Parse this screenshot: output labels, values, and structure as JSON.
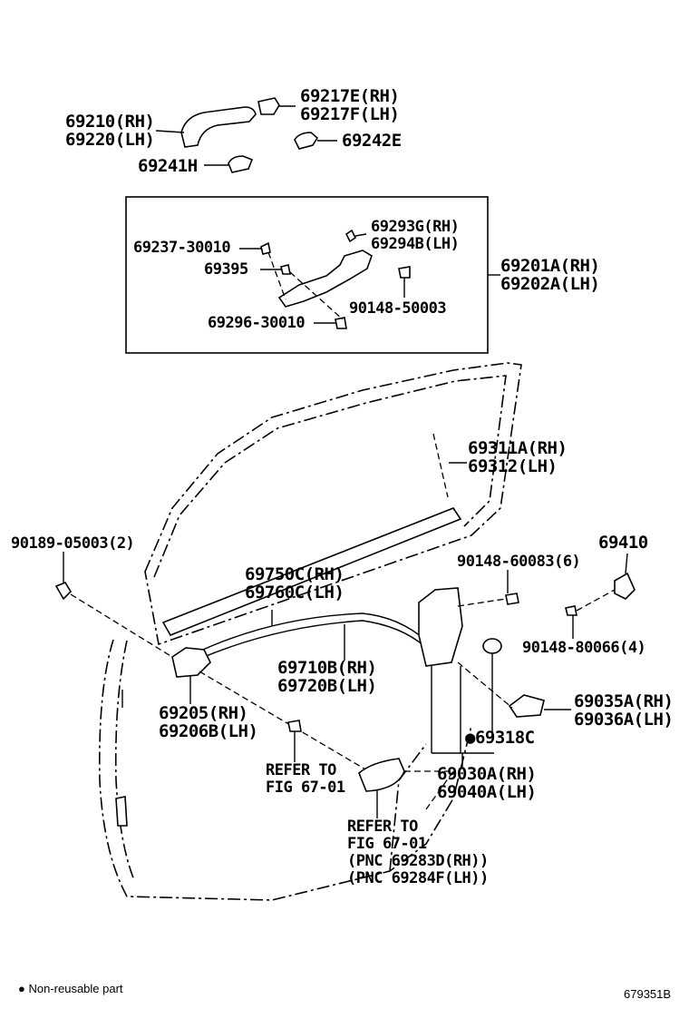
{
  "labels": {
    "p69217": [
      "69217E(RH)",
      "69217F(LH)"
    ],
    "p69210": [
      "69210(RH)",
      "69220(LH)"
    ],
    "p69242": "69242E",
    "p69241": "69241H",
    "p69293": [
      "69293G(RH)",
      "69294B(LH)"
    ],
    "p69237": "69237-30010",
    "p69395": "69395",
    "p90148a": "90148-50003",
    "p69296": "69296-30010",
    "p69201": [
      "69201A(RH)",
      "69202A(LH)"
    ],
    "p69311": [
      "69311A(RH)",
      "69312(LH)"
    ],
    "p90189": "90189-05003(2)",
    "p69410": "69410",
    "p90148b": "90148-60083(6)",
    "p69750": [
      "69750C(RH)",
      "69760C(LH)"
    ],
    "p90148c": "90148-80066(4)",
    "p69710": [
      "69710B(RH)",
      "69720B(LH)"
    ],
    "p69205": [
      "69205(RH)",
      "69206B(LH)"
    ],
    "p69035": [
      "69035A(RH)",
      "69036A(LH)"
    ],
    "p69318": "69318C",
    "refer1": [
      "REFER TO",
      "FIG 67-01"
    ],
    "p69030": [
      "69030A(RH)",
      "69040A(LH)"
    ],
    "refer2": [
      "REFER TO",
      "FIG 67-01",
      "(PNC 69283D(RH))",
      "(PNC 69284F(LH))"
    ]
  },
  "footer": {
    "legend_symbol": "●",
    "legend_text": "Non-reusable part",
    "figure_id": "679351B"
  },
  "icons": [
    "non-reusable-dot-icon"
  ]
}
